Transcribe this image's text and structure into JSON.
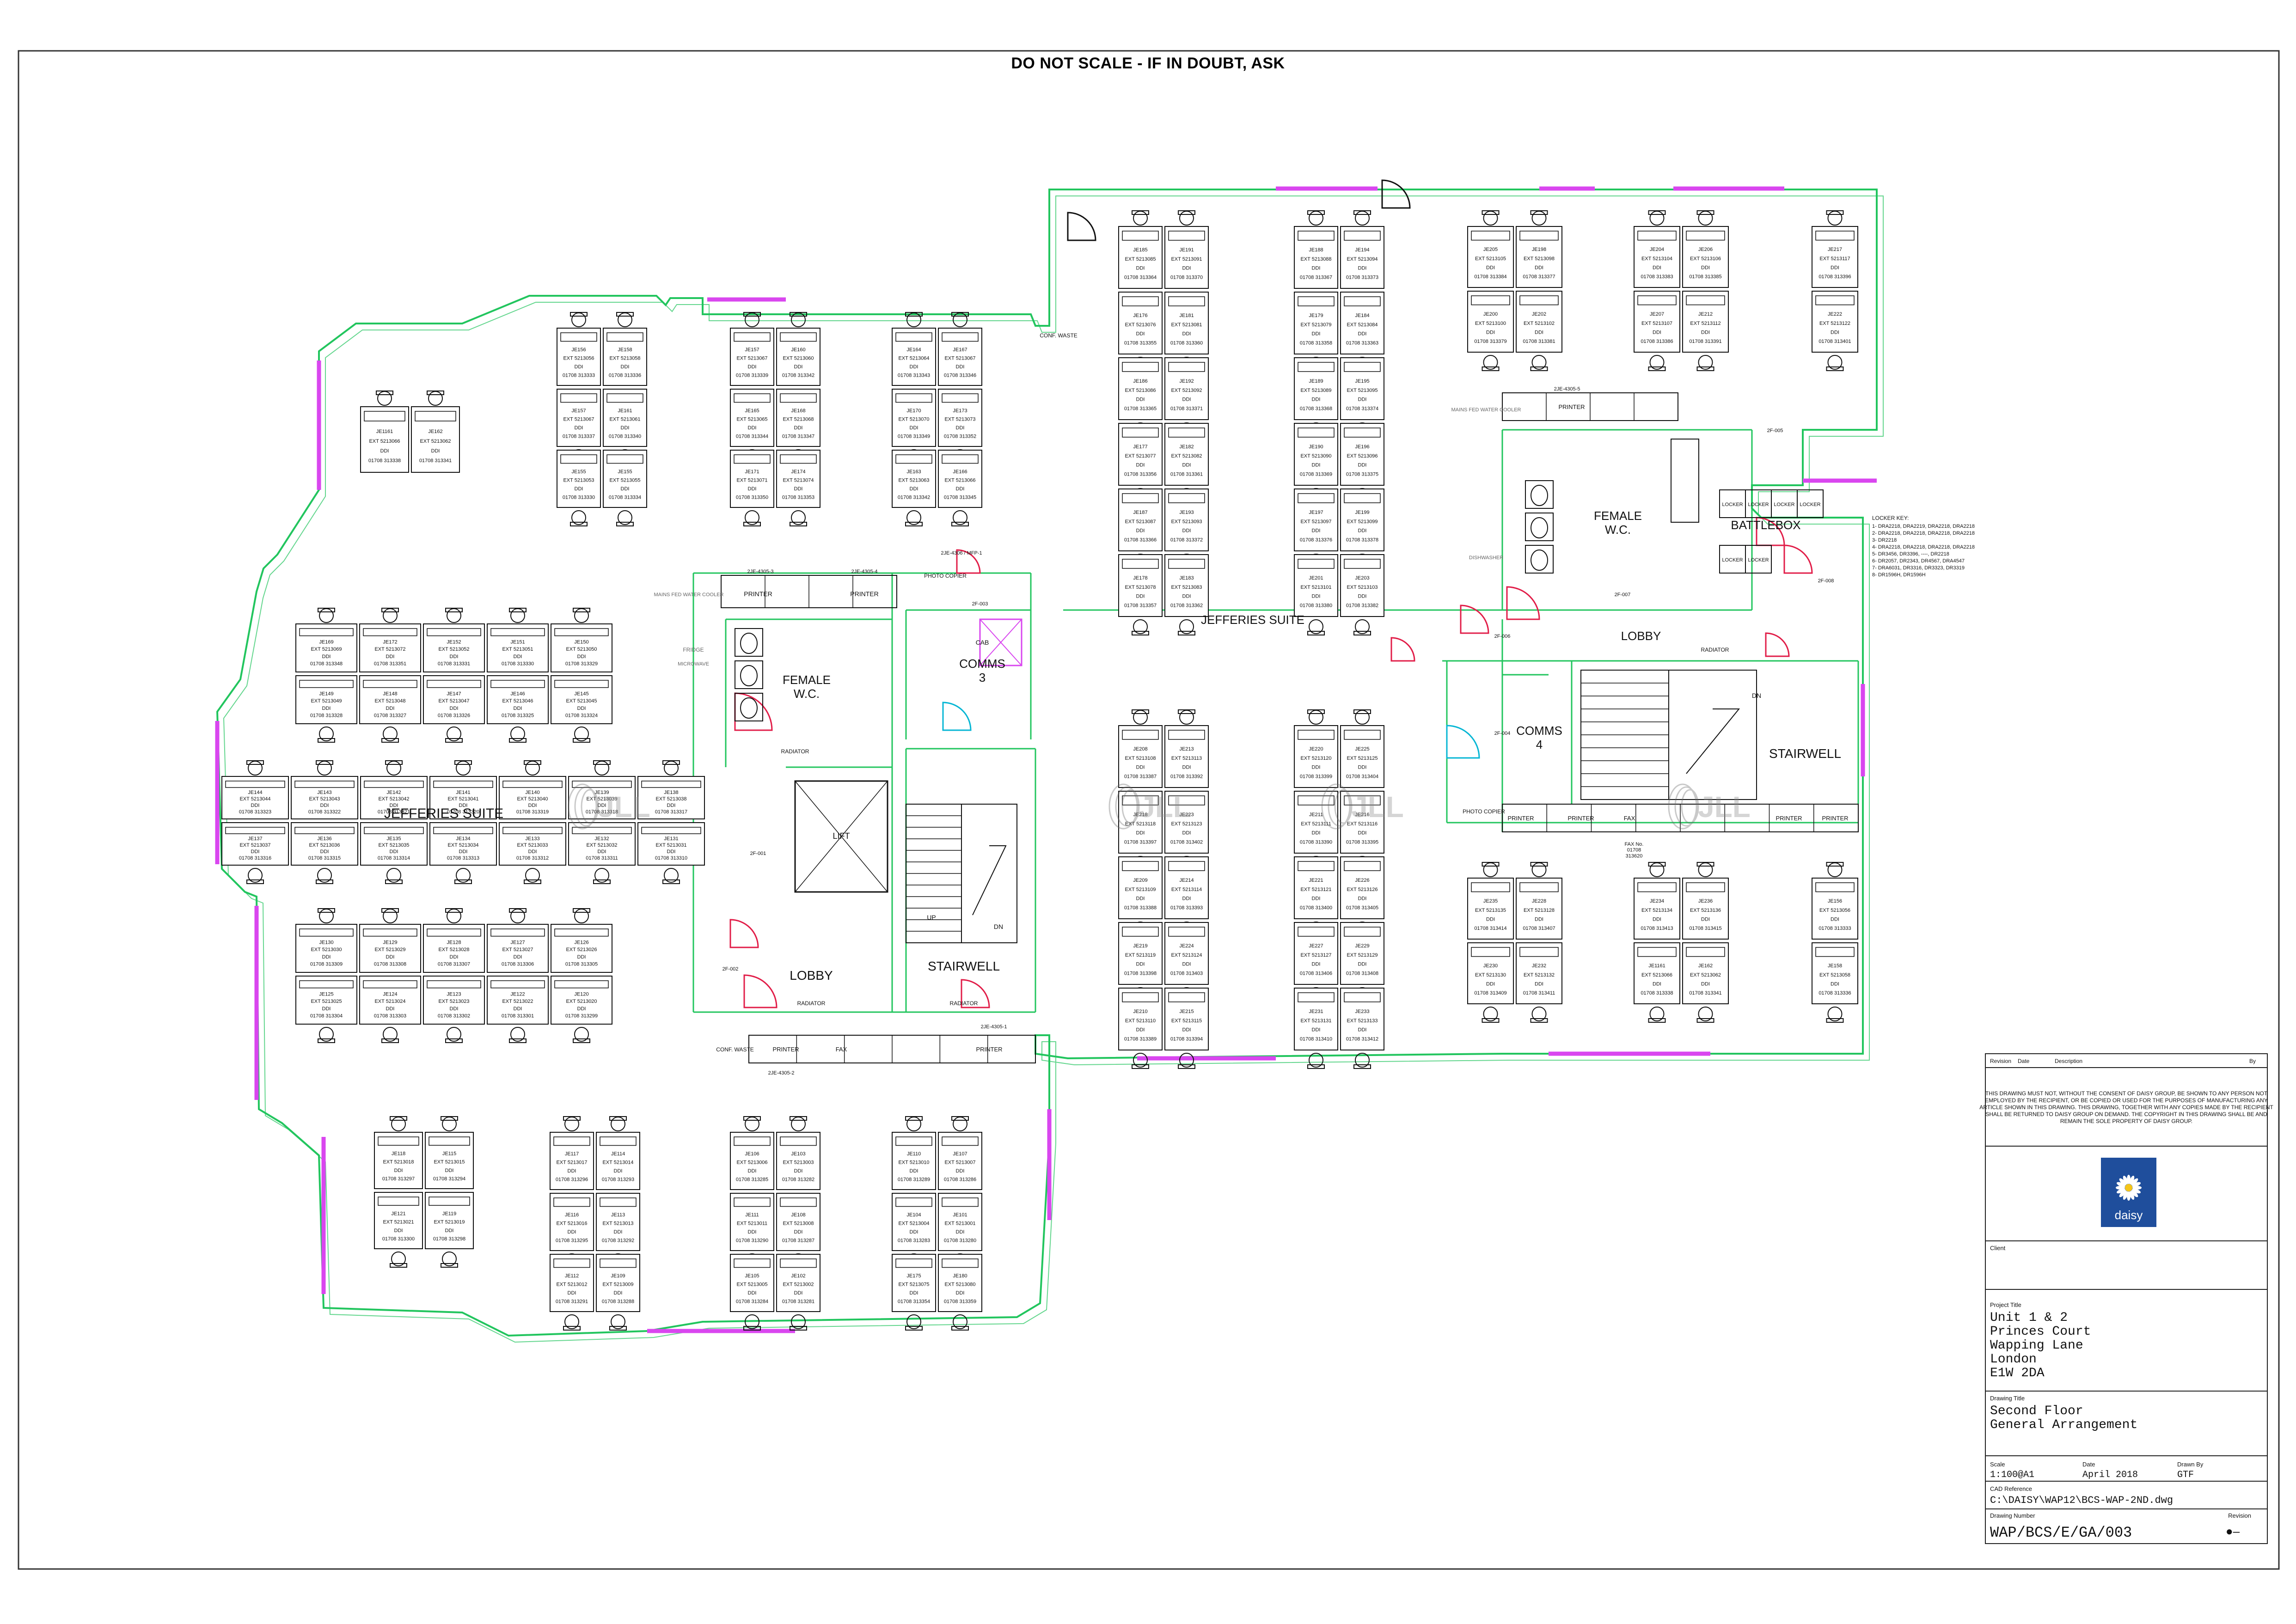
{
  "banner": "DO NOT SCALE - IF IN DOUBT, ASK",
  "rooms": {
    "jefferies_suite_left": "JEFFERIES SUITE",
    "jefferies_suite_right": "JEFFERIES SUITE",
    "female_wc_left": "FEMALE\nW.C.",
    "female_wc_right": "FEMALE\nW.C.",
    "comms_3": "COMMS\n3",
    "comms_4": "COMMS\n4",
    "lobby_lower": "LOBBY",
    "lobby_upper": "LOBBY",
    "stairwell_left": "STAIRWELL",
    "stairwell_right": "STAIRWELL",
    "lift": "LIFT",
    "battlebox": "BATTLEBOX"
  },
  "equipment": {
    "printer": "PRINTER",
    "fax": "FAX",
    "photo_copier": "PHOTO COPIER",
    "conf_waste": "CONF. WASTE",
    "mains_water_cooler": "MAINS FED WATER COOLER",
    "fridge": "FRIDGE",
    "microwave": "MICROWAVE",
    "dishwasher": "DISHWASHER",
    "radiator": "RADIATOR",
    "cab": "CAB",
    "locker": "LOCKER",
    "fax_no": "FAX No.\n01708\n313620",
    "up": "UP",
    "dn": "DN"
  },
  "locker_key": {
    "title": "LOCKER KEY:",
    "lines": [
      "1- DRA2218, DRA2219, DRA2218, DRA2218",
      "2- DRA2218, DRA2218, DRA2218, DRA2218",
      "3- DR2218",
      "4- DRA2218, DRA2218, DRA2218, DRA2218",
      "5- DR3456, DR3396, ----, DR2218",
      "6- DR2057, DR2343, DR4567, DRA4547",
      "7- DRA6031, DR3316, DR3323, DR3319",
      "8- DR1596H, DR1596H"
    ]
  },
  "door_refs": [
    "2F-001",
    "2F-002",
    "2F-003",
    "2F-004",
    "2F-005",
    "2F-006",
    "2F-007",
    "2F-008",
    "2JE-4305-3",
    "2JE-4305-4",
    "2JE-4305-5",
    "2JE-4305-2",
    "2JE-4305-1",
    "2JE-4306 / MFP-1"
  ],
  "desks": [
    {
      "id": "JE1161",
      "ext": "5213066",
      "ddi": "01708 313338"
    },
    {
      "id": "JE162",
      "ext": "5213062",
      "ddi": "01708 313341"
    },
    {
      "id": "JE156",
      "ext": "5213056",
      "ddi": "01708 313333"
    },
    {
      "id": "JE158",
      "ext": "5213058",
      "ddi": "01708 313336"
    },
    {
      "id": "JE157",
      "ext": "5213067",
      "ddi": "01708 313337"
    },
    {
      "id": "JE161",
      "ext": "5213061",
      "ddi": "01708 313340"
    },
    {
      "id": "JE155",
      "ext": "5213053",
      "ddi": "01708 313330"
    },
    {
      "id": "JE155",
      "ext": "5213055",
      "ddi": "01708 313334"
    },
    {
      "id": "JE157",
      "ext": "5213067",
      "ddi": "01708 313339"
    },
    {
      "id": "JE160",
      "ext": "5213060",
      "ddi": "01708 313342"
    },
    {
      "id": "JE165",
      "ext": "5213065",
      "ddi": "01708 313344"
    },
    {
      "id": "JE168",
      "ext": "5213068",
      "ddi": "01708 313347"
    },
    {
      "id": "JE171",
      "ext": "5213071",
      "ddi": "01708 313350"
    },
    {
      "id": "JE174",
      "ext": "5213074",
      "ddi": "01708 313353"
    },
    {
      "id": "JE164",
      "ext": "5213064",
      "ddi": "01708 313343"
    },
    {
      "id": "JE167",
      "ext": "5213067",
      "ddi": "01708 313346"
    },
    {
      "id": "JE170",
      "ext": "5213070",
      "ddi": "01708 313349"
    },
    {
      "id": "JE173",
      "ext": "5213073",
      "ddi": "01708 313352"
    },
    {
      "id": "JE163",
      "ext": "5213063",
      "ddi": "01708 313342"
    },
    {
      "id": "JE166",
      "ext": "5213066",
      "ddi": "01708 313345"
    },
    {
      "id": "JE169",
      "ext": "5213069",
      "ddi": "01708 313348"
    },
    {
      "id": "JE172",
      "ext": "5213072",
      "ddi": "01708 313351"
    },
    {
      "id": "JE152",
      "ext": "5213052",
      "ddi": "01708 313331"
    },
    {
      "id": "JE151",
      "ext": "5213051",
      "ddi": "01708 313330"
    },
    {
      "id": "JE150",
      "ext": "5213050",
      "ddi": "01708 313329"
    },
    {
      "id": "JE149",
      "ext": "5213049",
      "ddi": "01708 313328"
    },
    {
      "id": "JE148",
      "ext": "5213048",
      "ddi": "01708 313327"
    },
    {
      "id": "JE147",
      "ext": "5213047",
      "ddi": "01708 313326"
    },
    {
      "id": "JE146",
      "ext": "5213046",
      "ddi": "01708 313325"
    },
    {
      "id": "JE145",
      "ext": "5213045",
      "ddi": "01708 313324"
    },
    {
      "id": "JE144",
      "ext": "5213044",
      "ddi": "01708 313323"
    },
    {
      "id": "JE143",
      "ext": "5213043",
      "ddi": "01708 313322"
    },
    {
      "id": "JE142",
      "ext": "5213042",
      "ddi": "01708 313321"
    },
    {
      "id": "JE141",
      "ext": "5213041",
      "ddi": "01708 313320"
    },
    {
      "id": "JE140",
      "ext": "5213040",
      "ddi": "01708 313319"
    },
    {
      "id": "JE139",
      "ext": "5213039",
      "ddi": "01708 313318"
    },
    {
      "id": "JE138",
      "ext": "5213038",
      "ddi": "01708 313317"
    },
    {
      "id": "JE137",
      "ext": "5213037",
      "ddi": "01708 313316"
    },
    {
      "id": "JE136",
      "ext": "5213036",
      "ddi": "01708 313315"
    },
    {
      "id": "JE135",
      "ext": "5213035",
      "ddi": "01708 313314"
    },
    {
      "id": "JE134",
      "ext": "5213034",
      "ddi": "01708 313313"
    },
    {
      "id": "JE133",
      "ext": "5213033",
      "ddi": "01708 313312"
    },
    {
      "id": "JE132",
      "ext": "5213032",
      "ddi": "01708 313311"
    },
    {
      "id": "JE131",
      "ext": "5213031",
      "ddi": "01708 313310"
    },
    {
      "id": "JE130",
      "ext": "5213030",
      "ddi": "01708 313309"
    },
    {
      "id": "JE129",
      "ext": "5213029",
      "ddi": "01708 313308"
    },
    {
      "id": "JE128",
      "ext": "5213028",
      "ddi": "01708 313307"
    },
    {
      "id": "JE127",
      "ext": "5213027",
      "ddi": "01708 313306"
    },
    {
      "id": "JE126",
      "ext": "5213026",
      "ddi": "01708 313305"
    },
    {
      "id": "JE125",
      "ext": "5213025",
      "ddi": "01708 313304"
    },
    {
      "id": "JE124",
      "ext": "5213024",
      "ddi": "01708 313303"
    },
    {
      "id": "JE123",
      "ext": "5213023",
      "ddi": "01708 313302"
    },
    {
      "id": "JE122",
      "ext": "5213022",
      "ddi": "01708 313301"
    },
    {
      "id": "JE120",
      "ext": "5213020",
      "ddi": "01708 313299"
    },
    {
      "id": "JE118",
      "ext": "5213018",
      "ddi": "01708 313297"
    },
    {
      "id": "JE115",
      "ext": "5213015",
      "ddi": "01708 313294"
    },
    {
      "id": "JE121",
      "ext": "5213021",
      "ddi": "01708 313300"
    },
    {
      "id": "JE119",
      "ext": "5213019",
      "ddi": "01708 313298"
    },
    {
      "id": "JE117",
      "ext": "5213017",
      "ddi": "01708 313296"
    },
    {
      "id": "JE114",
      "ext": "5213014",
      "ddi": "01708 313293"
    },
    {
      "id": "JE116",
      "ext": "5213016",
      "ddi": "01708 313295"
    },
    {
      "id": "JE113",
      "ext": "5213013",
      "ddi": "01708 313292"
    },
    {
      "id": "JE112",
      "ext": "5213012",
      "ddi": "01708 313291"
    },
    {
      "id": "JE109",
      "ext": "5213009",
      "ddi": "01708 313288"
    },
    {
      "id": "JE106",
      "ext": "5213006",
      "ddi": "01708 313285"
    },
    {
      "id": "JE103",
      "ext": "5213003",
      "ddi": "01708 313282"
    },
    {
      "id": "JE111",
      "ext": "5213011",
      "ddi": "01708 313290"
    },
    {
      "id": "JE108",
      "ext": "5213008",
      "ddi": "01708 313287"
    },
    {
      "id": "JE105",
      "ext": "5213005",
      "ddi": "01708 313284"
    },
    {
      "id": "JE102",
      "ext": "5213002",
      "ddi": "01708 313281"
    },
    {
      "id": "JE110",
      "ext": "5213010",
      "ddi": "01708 313289"
    },
    {
      "id": "JE107",
      "ext": "5213007",
      "ddi": "01708 313286"
    },
    {
      "id": "JE104",
      "ext": "5213004",
      "ddi": "01708 313283"
    },
    {
      "id": "JE101",
      "ext": "5213001",
      "ddi": "01708 313280"
    },
    {
      "id": "JE175",
      "ext": "5213075",
      "ddi": "01708 313354"
    },
    {
      "id": "JE180",
      "ext": "5213080",
      "ddi": "01708 313359"
    },
    {
      "id": "JE185",
      "ext": "5213085",
      "ddi": "01708 313364"
    },
    {
      "id": "JE191",
      "ext": "5213091",
      "ddi": "01708 313370"
    },
    {
      "id": "JE176",
      "ext": "5213076",
      "ddi": "01708 313355"
    },
    {
      "id": "JE181",
      "ext": "5213081",
      "ddi": "01708 313360"
    },
    {
      "id": "JE186",
      "ext": "5213086",
      "ddi": "01708 313365"
    },
    {
      "id": "JE192",
      "ext": "5213092",
      "ddi": "01708 313371"
    },
    {
      "id": "JE177",
      "ext": "5213077",
      "ddi": "01708 313356"
    },
    {
      "id": "JE182",
      "ext": "5213082",
      "ddi": "01708 313361"
    },
    {
      "id": "JE187",
      "ext": "5213087",
      "ddi": "01708 313366"
    },
    {
      "id": "JE193",
      "ext": "5213093",
      "ddi": "01708 313372"
    },
    {
      "id": "JE178",
      "ext": "5213078",
      "ddi": "01708 313357"
    },
    {
      "id": "JE183",
      "ext": "5213083",
      "ddi": "01708 313362"
    },
    {
      "id": "JE188",
      "ext": "5213088",
      "ddi": "01708 313367"
    },
    {
      "id": "JE194",
      "ext": "5213094",
      "ddi": "01708 313373"
    },
    {
      "id": "JE179",
      "ext": "5213079",
      "ddi": "01708 313358"
    },
    {
      "id": "JE184",
      "ext": "5213084",
      "ddi": "01708 313363"
    },
    {
      "id": "JE189",
      "ext": "5213089",
      "ddi": "01708 313368"
    },
    {
      "id": "JE195",
      "ext": "5213095",
      "ddi": "01708 313374"
    },
    {
      "id": "JE190",
      "ext": "5213090",
      "ddi": "01708 313369"
    },
    {
      "id": "JE196",
      "ext": "5213096",
      "ddi": "01708 313375"
    },
    {
      "id": "JE197",
      "ext": "5213097",
      "ddi": "01708 313376"
    },
    {
      "id": "JE199",
      "ext": "5213099",
      "ddi": "01708 313378"
    },
    {
      "id": "JE201",
      "ext": "5213101",
      "ddi": "01708 313380"
    },
    {
      "id": "JE203",
      "ext": "5213103",
      "ddi": "01708 313382"
    },
    {
      "id": "JE205",
      "ext": "5213105",
      "ddi": "01708 313384"
    },
    {
      "id": "JE198",
      "ext": "5213098",
      "ddi": "01708 313377"
    },
    {
      "id": "JE200",
      "ext": "5213100",
      "ddi": "01708 313379"
    },
    {
      "id": "JE202",
      "ext": "5213102",
      "ddi": "01708 313381"
    },
    {
      "id": "JE204",
      "ext": "5213104",
      "ddi": "01708 313383"
    },
    {
      "id": "JE206",
      "ext": "5213106",
      "ddi": "01708 313385"
    },
    {
      "id": "JE207",
      "ext": "5213107",
      "ddi": "01708 313386"
    },
    {
      "id": "JE212",
      "ext": "5213112",
      "ddi": "01708 313391"
    },
    {
      "id": "JE217",
      "ext": "5213117",
      "ddi": "01708 313396"
    },
    {
      "id": "JE222",
      "ext": "5213122",
      "ddi": "01708 313401"
    },
    {
      "id": "JE208",
      "ext": "5213108",
      "ddi": "01708 313387"
    },
    {
      "id": "JE213",
      "ext": "5213113",
      "ddi": "01708 313392"
    },
    {
      "id": "JE218",
      "ext": "5213118",
      "ddi": "01708 313397"
    },
    {
      "id": "JE223",
      "ext": "5213123",
      "ddi": "01708 313402"
    },
    {
      "id": "JE209",
      "ext": "5213109",
      "ddi": "01708 313388"
    },
    {
      "id": "JE214",
      "ext": "5213114",
      "ddi": "01708 313393"
    },
    {
      "id": "JE219",
      "ext": "5213119",
      "ddi": "01708 313398"
    },
    {
      "id": "JE224",
      "ext": "5213124",
      "ddi": "01708 313403"
    },
    {
      "id": "JE210",
      "ext": "5213110",
      "ddi": "01708 313389"
    },
    {
      "id": "JE215",
      "ext": "5213115",
      "ddi": "01708 313394"
    },
    {
      "id": "JE220",
      "ext": "5213120",
      "ddi": "01708 313399"
    },
    {
      "id": "JE225",
      "ext": "5213125",
      "ddi": "01708 313404"
    },
    {
      "id": "JE211",
      "ext": "5213111",
      "ddi": "01708 313390"
    },
    {
      "id": "JE216",
      "ext": "5213116",
      "ddi": "01708 313395"
    },
    {
      "id": "JE221",
      "ext": "5213121",
      "ddi": "01708 313400"
    },
    {
      "id": "JE226",
      "ext": "5213126",
      "ddi": "01708 313405"
    },
    {
      "id": "JE227",
      "ext": "5213127",
      "ddi": "01708 313406"
    },
    {
      "id": "JE229",
      "ext": "5213129",
      "ddi": "01708 313408"
    },
    {
      "id": "JE231",
      "ext": "5213131",
      "ddi": "01708 313410"
    },
    {
      "id": "JE233",
      "ext": "5213133",
      "ddi": "01708 313412"
    },
    {
      "id": "JE235",
      "ext": "5213135",
      "ddi": "01708 313414"
    },
    {
      "id": "JE228",
      "ext": "5213128",
      "ddi": "01708 313407"
    },
    {
      "id": "JE230",
      "ext": "5213130",
      "ddi": "01708 313409"
    },
    {
      "id": "JE232",
      "ext": "5213132",
      "ddi": "01708 313411"
    },
    {
      "id": "JE234",
      "ext": "5213134",
      "ddi": "01708 313413"
    },
    {
      "id": "JE236",
      "ext": "5213136",
      "ddi": "01708 313415"
    }
  ],
  "watermark": "JLL",
  "title_block": {
    "rev_header": [
      "Revision",
      "Date",
      "Description",
      "By"
    ],
    "disclaimer": "THIS DRAWING MUST NOT, WITHOUT THE CONSENT OF DAISY GROUP, BE SHOWN TO ANY PERSON NOT EMPLOYED BY THE RECIPIENT, OR BE COPIED OR USED FOR THE PURPOSES OF MANUFACTURING ANY ARTICLE SHOWN IN THIS DRAWING. THIS DRAWING, TOGETHER WITH ANY COPIES MADE BY THE RECIPIENT SHALL BE RETURNED TO DAISY GROUP ON DEMAND. THE COPYRIGHT IN THIS DRAWING SHALL BE AND REMAIN THE SOLE PROPERTY OF DAISY GROUP.",
    "logo_text": "daisy",
    "client_label": "Client",
    "project_title_label": "Project Title",
    "project_lines": [
      "Unit 1 & 2",
      "Princes Court",
      "Wapping Lane",
      "London",
      "E1W 2DA"
    ],
    "drawing_title_label": "Drawing Title",
    "drawing_title_lines": [
      "Second Floor",
      "General Arrangement"
    ],
    "scale_label": "Scale",
    "scale": "1:100@A1",
    "date_label": "Date",
    "date": "April 2018",
    "drawn_by_label": "Drawn By",
    "drawn_by": "GTF",
    "cad_ref_label": "CAD Reference",
    "cad_ref": "C:\\DAISY\\WAP12\\BCS-WAP-2ND.dwg",
    "drawing_number_label": "Drawing Number",
    "drawing_number": "WAP/BCS/E/GA/003",
    "revision_label": "Revision",
    "revision": "●–"
  },
  "colors": {
    "wall_green": "#22c55e",
    "window_magenta": "#d946ef",
    "door_red": "#e11d48",
    "door_cyan": "#06b6d4",
    "line": "#111111",
    "logo_blue": "#1f4e9c"
  }
}
